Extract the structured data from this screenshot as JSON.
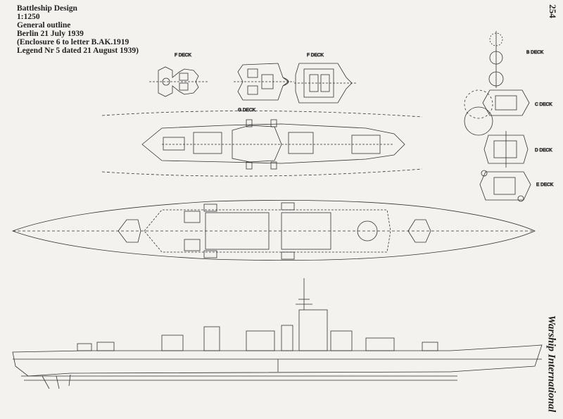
{
  "caption": {
    "line1": "Battleship Design",
    "line2": "1:1250",
    "line3": "General outline",
    "line4": "Berlin 21 July 1939",
    "line5": "(Enclosure 6 to letter B.AK.1919",
    "line6": "Legend Nr 5 dated 21 August 1939)"
  },
  "page_number": "254",
  "journal_name": "Warship International",
  "deck_labels": {
    "f_deck_left": "F DECK",
    "f_deck_right": "F DECK",
    "g_deck": "G DECK",
    "b_deck": "B DECK",
    "c_deck": "C DECK",
    "d_deck": "D DECK",
    "e_deck": "E DECK"
  },
  "colors": {
    "paper": "#f4f2ef",
    "ink": "#1c1c1c"
  }
}
